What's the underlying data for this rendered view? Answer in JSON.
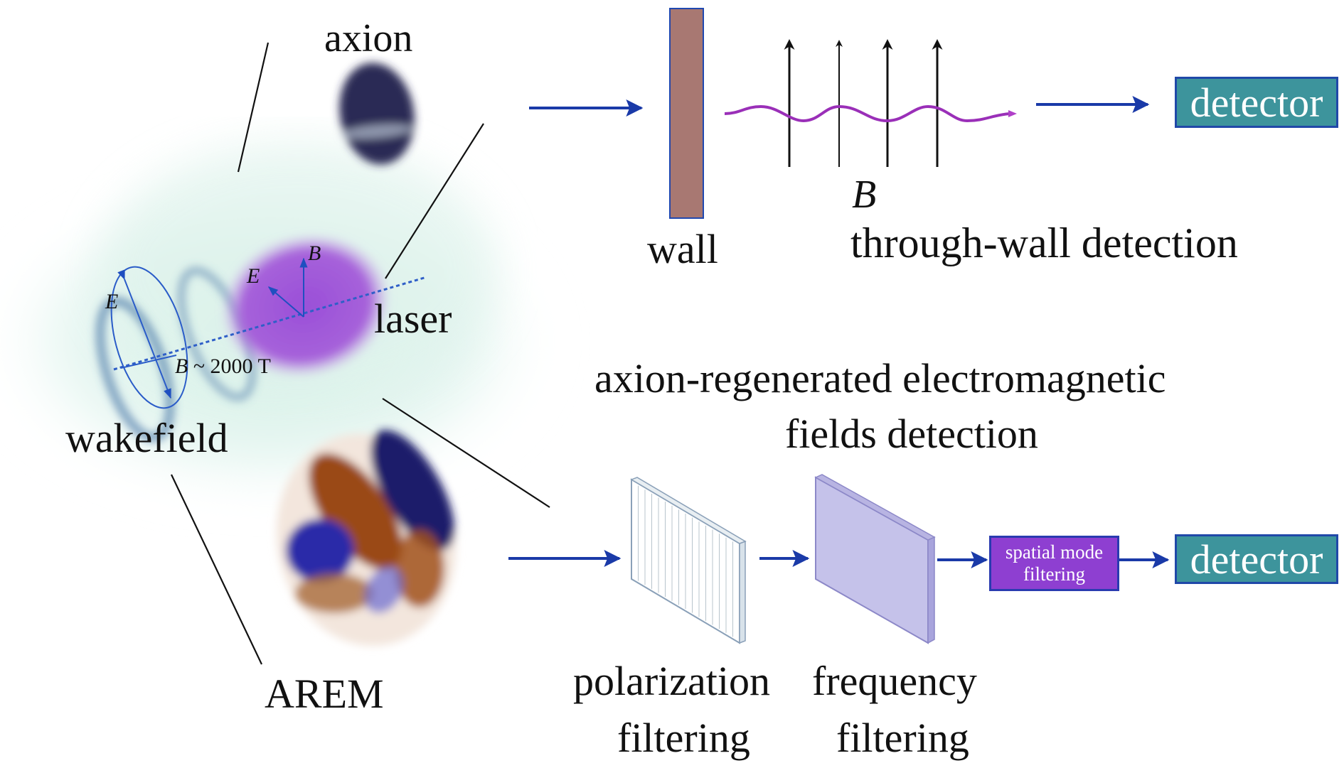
{
  "labels": {
    "axion": "axion",
    "laser": "laser",
    "wakefield": "wakefield",
    "arem": "AREM",
    "wall": "wall",
    "b_field": "B",
    "through_wall_detection": "through-wall detection",
    "arem_title_line1": "axion-regenerated electromagnetic",
    "arem_title_line2": "fields detection",
    "polarization_line1": "polarization",
    "polarization_line2": "filtering",
    "frequency_line1": "frequency",
    "frequency_line2": "filtering",
    "spatial_line1": "spatial mode",
    "spatial_line2": "filtering",
    "detector_top": "detector",
    "detector_bottom": "detector",
    "laser_E": "E",
    "laser_B": "B",
    "wake_E": "E",
    "wake_B_sym": "B",
    "wake_B_value": "~ 2000 T"
  },
  "colors": {
    "arrow": "#1a3aa8",
    "wall_fill": "#a87872",
    "wall_border": "#2048b0",
    "laser": "#9a52d6",
    "wakefield_cloud": "#d8f2e8",
    "wave": "#9a2fb8",
    "detector": "#3d949c",
    "spatial_filter": "#8e3fd1",
    "freq_filter": "#c5c2ea"
  }
}
